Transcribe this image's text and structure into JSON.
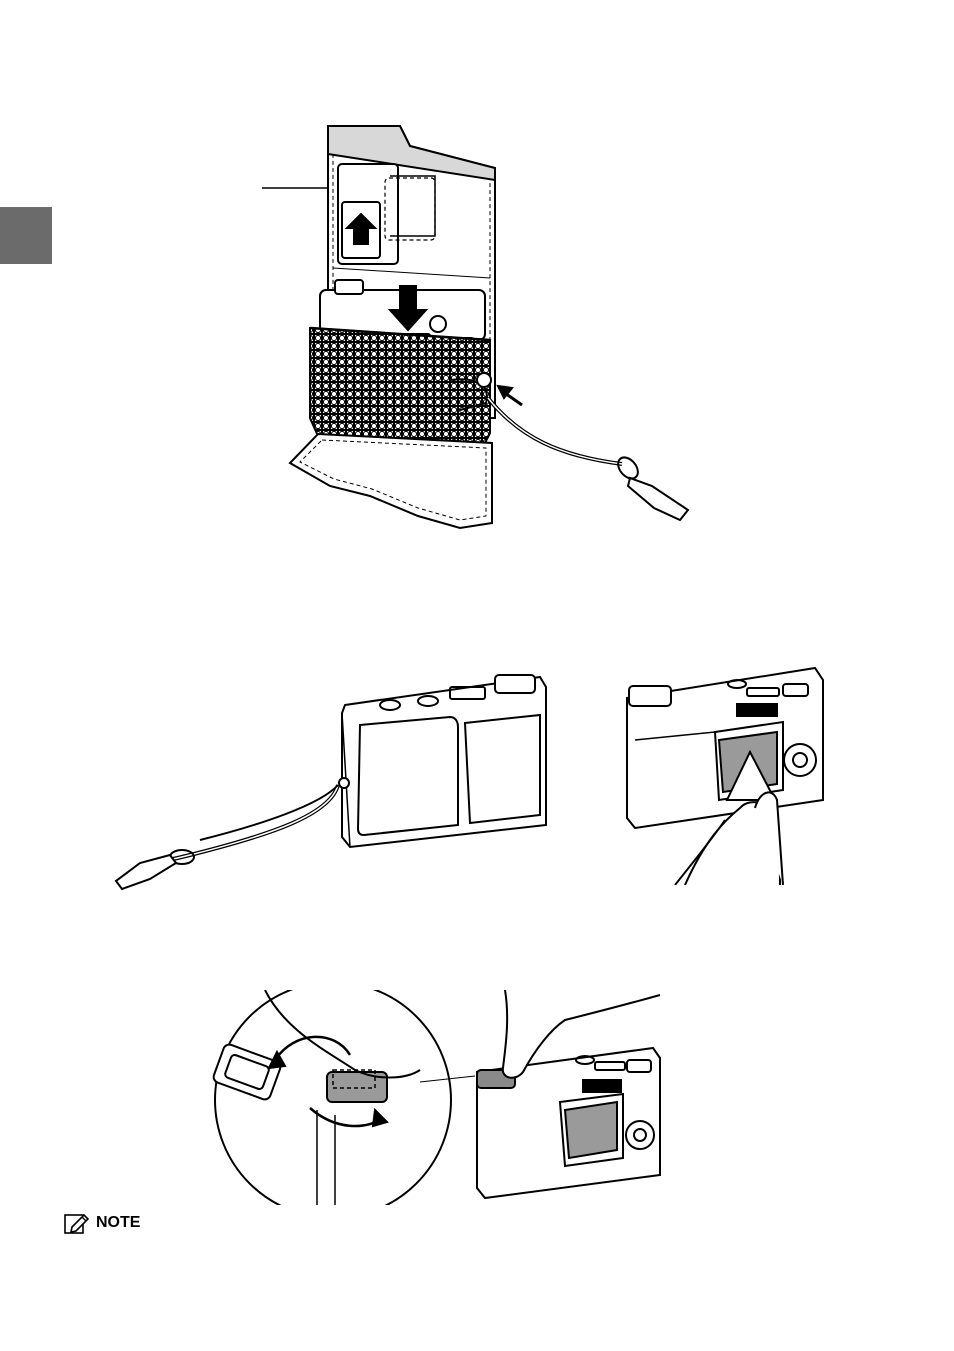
{
  "side_tab": {
    "color": "#6b6b6b"
  },
  "illustrations": [
    {
      "name": "camera-in-case-illustration"
    },
    {
      "name": "camera-front-with-strap-illustration"
    },
    {
      "name": "cleaning-lcd-illustration"
    },
    {
      "name": "eyecup-removal-illustration"
    }
  ],
  "note": {
    "icon": "note-pencil-icon",
    "label": "NOTE"
  }
}
